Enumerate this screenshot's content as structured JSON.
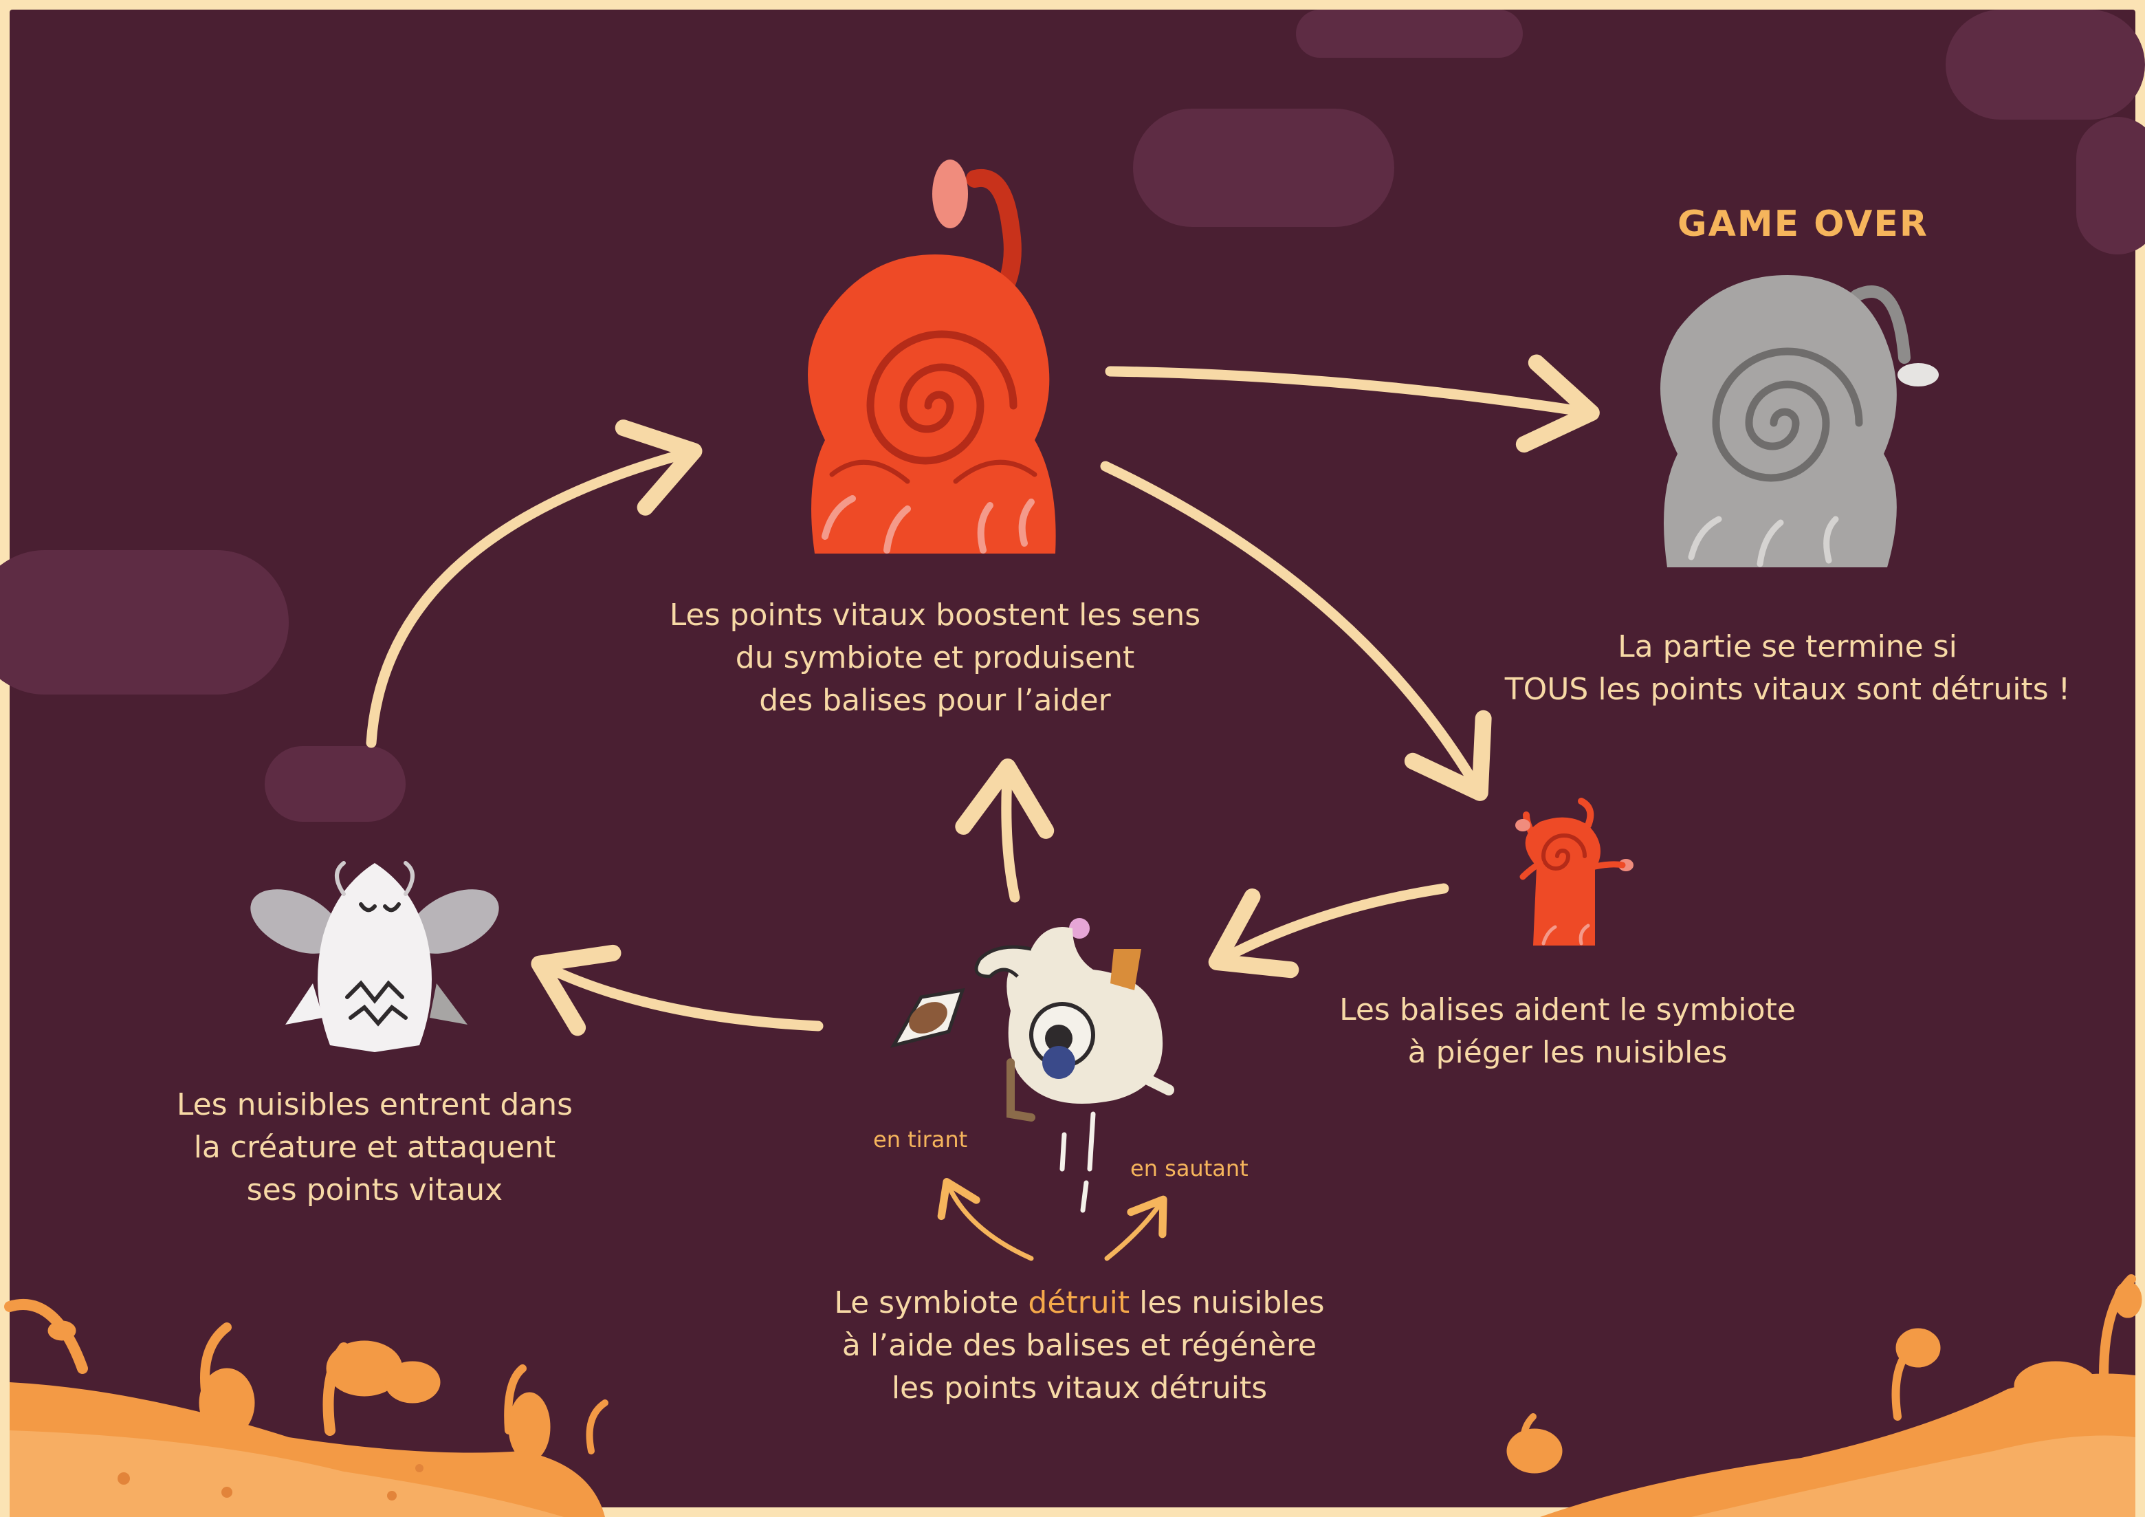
{
  "title": "GAME OVER",
  "captions": {
    "vital_points": "Les points vitaux boostent les sens\ndu symbiote et produisent\ndes balises pour l’aider",
    "game_over_line1": "La partie se termine si",
    "game_over_line2": "TOUS les points vitaux sont détruits !",
    "beacons": "Les balises aident le symbiote\nà piéger les nuisibles",
    "pests": "Les nuisibles entrent dans\nla créature et attaquent\nses points vitaux",
    "symbiote_pre": "Le symbiote ",
    "symbiote_highlight": "détruit",
    "symbiote_post": " les nuisibles\nà l’aide des balises et régénère\nles points vitaux détruits"
  },
  "labels": {
    "shooting": "en tirant",
    "jumping": "en sautant"
  },
  "colors": {
    "background": "#4a1f32",
    "border": "#fbe3b4",
    "text": "#f7d9a6",
    "accent": "#f6b55c",
    "vital_red": "#ee4a26",
    "stone_grey": "#a7a5a4",
    "ground_orange": "#f39a45"
  }
}
